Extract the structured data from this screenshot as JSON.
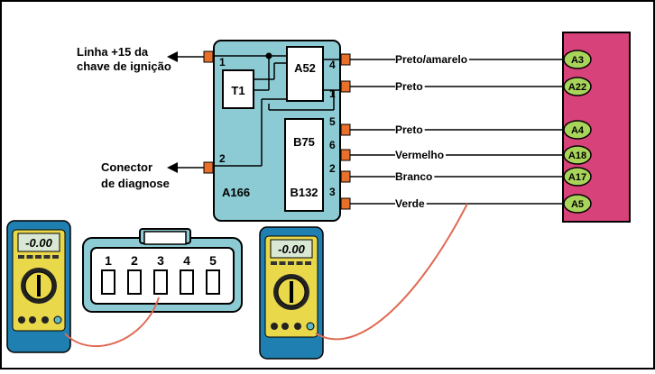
{
  "labels": {
    "ignition_line_1": "Linha +15 da",
    "ignition_line_2": "chave de ignição",
    "diag_1": "Conector",
    "diag_2": "de diagnose"
  },
  "module": {
    "name": "A166",
    "relay": "A52",
    "transformer": "T1",
    "sensor_top": "B75",
    "sensor_bottom": "B132",
    "left_pins": [
      "1",
      "2"
    ],
    "right_pins": [
      "4",
      "1",
      "5",
      "6",
      "2",
      "3"
    ]
  },
  "wires": [
    "Preto/amarelo",
    "Preto",
    "Preto",
    "Vermelho",
    "Branco",
    "Verde"
  ],
  "ecu_pins": [
    "A3",
    "A22",
    "A4",
    "A18",
    "A17",
    "A5"
  ],
  "connector_pins": [
    "1",
    "2",
    "3",
    "4",
    "5"
  ],
  "meters": [
    {
      "reading": "-0.00"
    },
    {
      "reading": "-0.00"
    }
  ],
  "colors": {
    "module": "#8ccbd3",
    "ecu": "#d8427a",
    "pin_badge": "#a9d45a",
    "terminal": "#e8702a",
    "meter_body": "#1e7fb0",
    "meter_face": "#e9d84a",
    "probe_wire": "#e06b55",
    "connector_body": "#8ccbd3"
  }
}
